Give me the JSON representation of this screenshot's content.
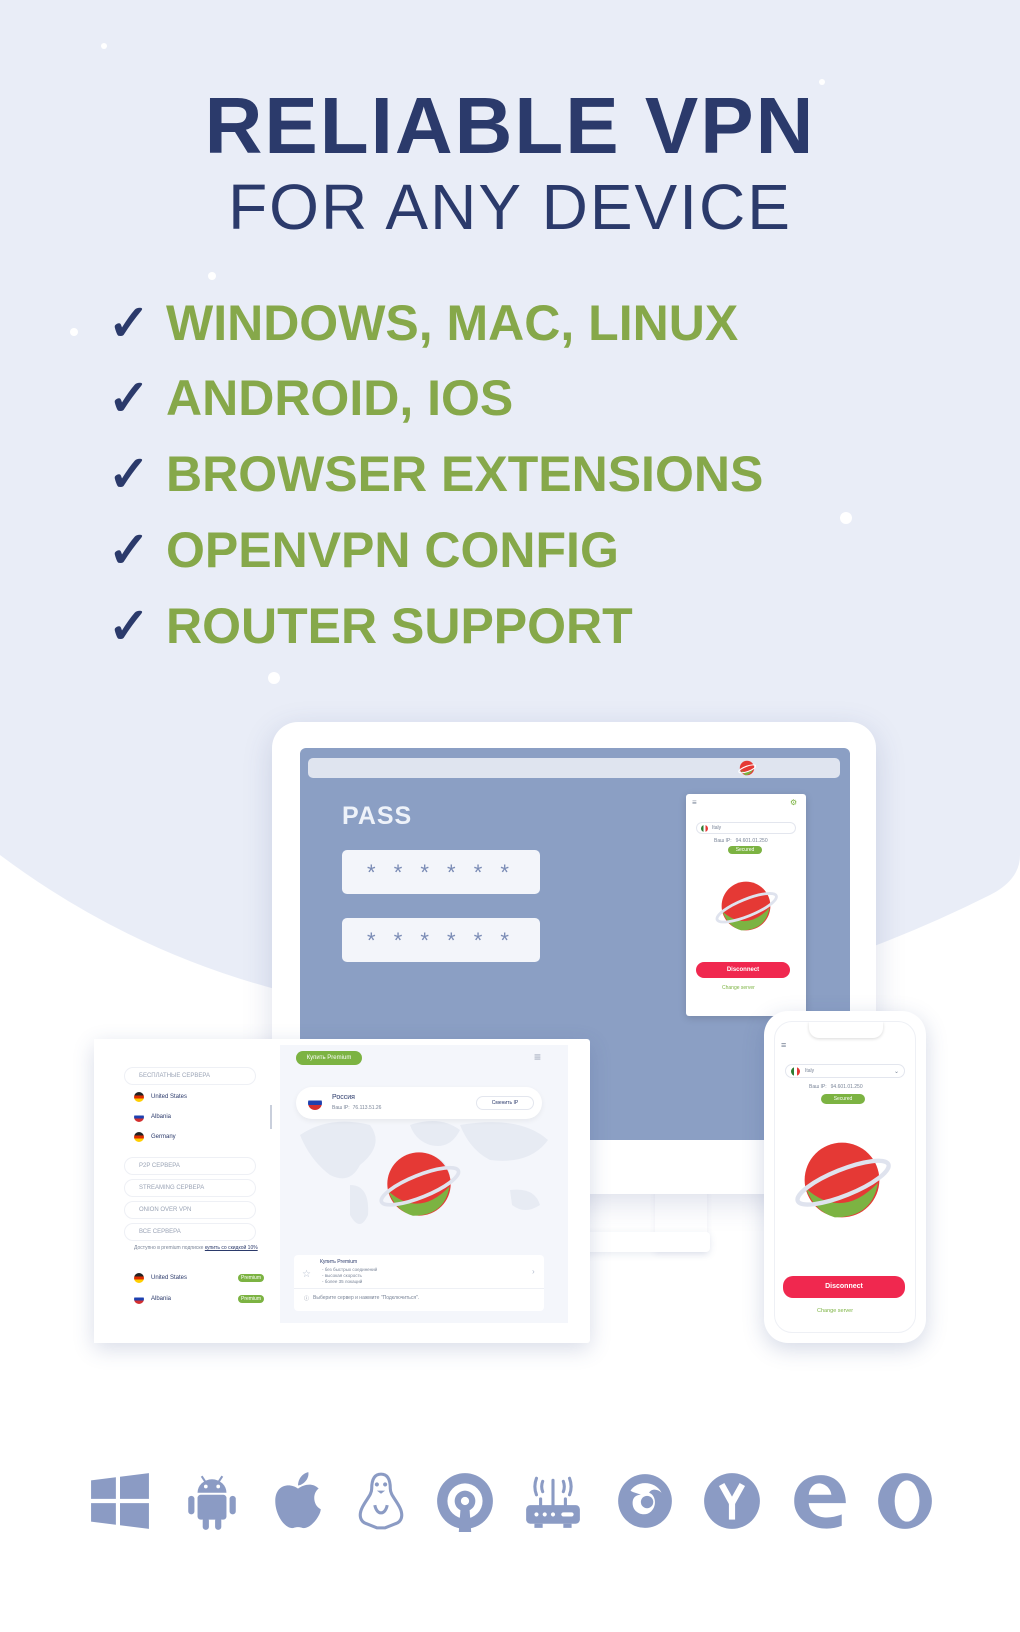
{
  "headline": {
    "title": "RELIABLE VPN",
    "subtitle": "FOR ANY DEVICE"
  },
  "features": [
    {
      "check": "✓",
      "label": "WINDOWS, MAC, LINUX"
    },
    {
      "check": "✓",
      "label": "ANDROID, IOS"
    },
    {
      "check": "✓",
      "label": "BROWSER EXTENSIONS"
    },
    {
      "check": "✓",
      "label": "OPENVPN CONFIG"
    },
    {
      "check": "✓",
      "label": "ROUTER SUPPORT"
    }
  ],
  "monitor": {
    "pass_title": "PASS",
    "pass_field_1": "* * * * * *",
    "pass_field_2": "* * * * * *",
    "extension": {
      "country": "Italy",
      "ip_label": "Ваш IP:",
      "ip_value": "94.601.01.250",
      "status": "Secured",
      "disconnect": "Disconnect",
      "change_server": "Change server"
    }
  },
  "desktop_app": {
    "sections": {
      "free": "БЕСПЛАТНЫЕ СЕРВЕРА",
      "p2p": "P2P СЕРВЕРА",
      "streaming": "STREAMING СЕРВЕРА",
      "onion": "ONION OVER VPN",
      "all": "ВСЕ СЕРВЕРА"
    },
    "free_countries": [
      "United States",
      "Albania",
      "Germany"
    ],
    "promo_text": "Доступно в premium подписке",
    "promo_link": "купить со скидкой 10%",
    "premium_countries": [
      "United States",
      "Albania"
    ],
    "premium_badge": "Premium",
    "buy_premium": "Купить Premium",
    "current_country": "Россия",
    "your_ip_label": "Ваш IP:",
    "your_ip_value": "76.113.51.26",
    "change_ip": "Сменить IP",
    "premium_card_title": "Купить Premium",
    "premium_card_lines": [
      "- без быстрых соединений",
      "- высокая скорость",
      "- более 35 локаций"
    ],
    "hint": "Выберите сервер и нажмите \"Подключиться\"."
  },
  "phone": {
    "country": "Italy",
    "ip_label": "Ваш IP:",
    "ip_value": "94.601.01.250",
    "status": "Secured",
    "disconnect": "Disconnect",
    "change_server": "Change server"
  },
  "platforms": [
    {
      "icon": "windows-icon"
    },
    {
      "icon": "android-icon"
    },
    {
      "icon": "apple-icon"
    },
    {
      "icon": "linux-icon"
    },
    {
      "icon": "openvpn-icon"
    },
    {
      "icon": "router-icon"
    },
    {
      "icon": "firefox-icon"
    },
    {
      "icon": "yandex-icon"
    },
    {
      "icon": "edge-icon"
    },
    {
      "icon": "opera-icon"
    }
  ],
  "colors": {
    "navy": "#2b3a6b",
    "green": "#86a84a",
    "background": "#e9edf7",
    "icon": "#8b9bc4",
    "disconnect_red": "#f0284f"
  }
}
